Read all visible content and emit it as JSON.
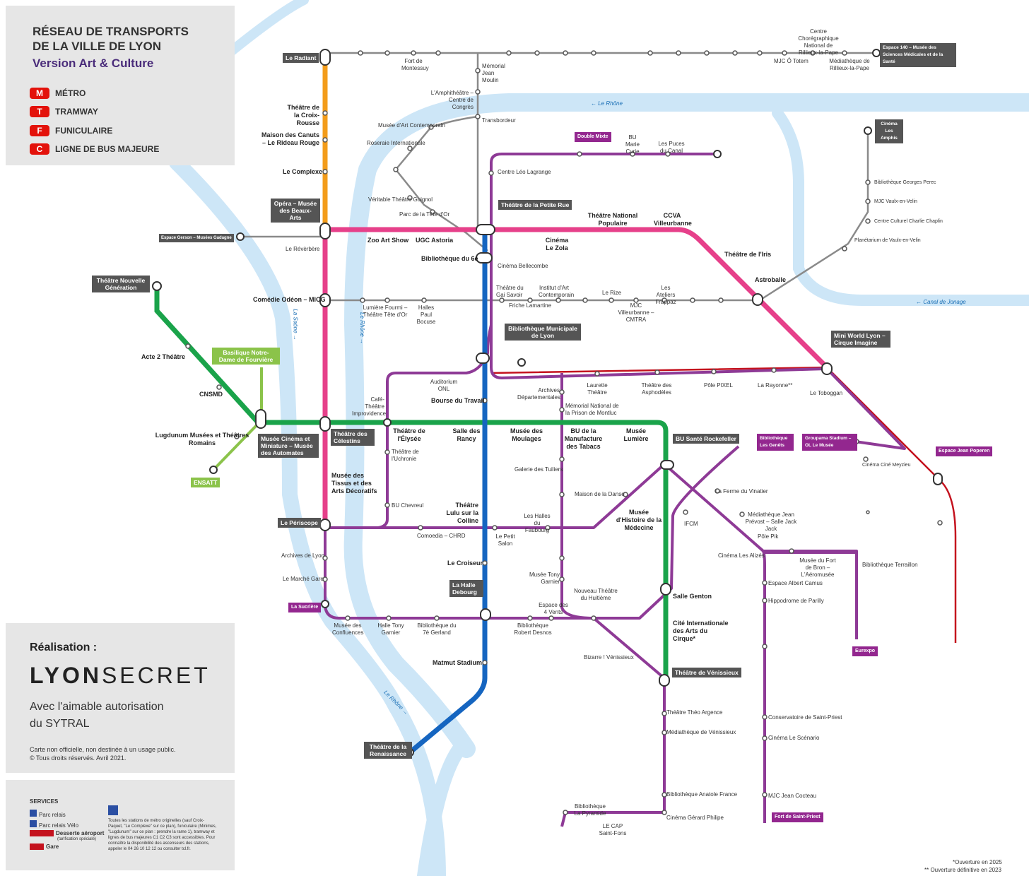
{
  "header": {
    "line1": "RÉSEAU DE TRANSPORTS",
    "line2": "DE LA VILLE DE LYON",
    "line3": "Version Art & Culture"
  },
  "legend": [
    {
      "badge": "M",
      "label": "MÉTRO"
    },
    {
      "badge": "T",
      "label": "TRAMWAY"
    },
    {
      "badge": "F",
      "label": "FUNICULAIRE"
    },
    {
      "badge": "C",
      "label": "LIGNE DE BUS MAJEURE"
    }
  ],
  "credits": {
    "heading": "Réalisation :",
    "brand_a": "LYON",
    "brand_b": "SECRET",
    "thanks1": "Avec l'aimable autorisation",
    "thanks2": "du SYTRAL",
    "note1": "Carte non officielle, non destinée à un usage public.",
    "note2": "© Tous droits réservés. Avril 2021."
  },
  "services": {
    "heading": "SERVICES",
    "items": [
      "Parc relais",
      "Parc relais Vélo",
      "Desserte aéroport",
      "(tarification spéciale)",
      "Gare"
    ],
    "access": "Toutes les stations de métro originelles (sauf Croix-Paquet, \"Le Complexe\" sur ce plan), funiculaire (Minimes, \"Lugdunum\" sur ce plan : prendre la rame 1), tramway et lignes de bus majeures C1 C2 C3 sont accessibles. Pour connaître la disponibilité des ascenseurs des stations, appeler le 04 26 10 12 12 ou consulter tcl.fr."
  },
  "footnotes": [
    "*Ouverture en 2025",
    "** Ouverture définitive en 2023"
  ],
  "rivers": [
    "← Le Rhône",
    "← Canal de Jonage",
    "La Saône →",
    "Le Rhône →",
    "Le Rhône →"
  ],
  "colors": {
    "metroA": "#e6408a",
    "metroB": "#1565c0",
    "metroC": "#f39c1a",
    "metroD": "#1aa34a",
    "tram": "#8e3a96",
    "bus": "#888888",
    "funi": "#8bc34a",
    "rhonexpress": "#c4121e",
    "river": "#cde6f7",
    "badge": "#e3120b"
  },
  "boxes": [
    "Le Radiant",
    "Opéra – Musée des Beaux-Arts",
    "Théâtre Nouvelle Génération",
    "Théâtre de la Petite Rue",
    "Bibliothèque Municipale de Lyon",
    "Théâtre des Célestins",
    "Musée Cinéma et Miniature – Musée des Automates",
    "Le Périscope",
    "La Halle Debourg",
    "Théâtre de la Renaissance",
    "BU Santé Rockefeller",
    "Mini World Lyon – Cirque Imagine",
    "Théâtre de Vénissieux",
    "Espace Gerson – Musées Gadagne",
    "Espace 140 – Musée des Sciences Médicales et de la Santé",
    "Cinéma Les Amphis",
    "Double Mixte",
    "Bibliothèque Les Genêts",
    "Groupama Stadium – OL Le Musée",
    "Espace Jean Poperen",
    "Eurexpo",
    "Fort de Saint-Priest",
    "La Sucrière",
    "Basilique Notre-Dame de Fourvière",
    "ENSATT"
  ],
  "stations_bold": [
    "Théâtre de la Croix-Rousse",
    "Maison des Canuts – Le Rideau Rouge",
    "Le Complexe",
    "Zoo Art Show",
    "UGC Astoria",
    "Cinéma Le Zola",
    "Théâtre National Populaire",
    "CCVA Villeurbanne",
    "Théâtre de l'Iris",
    "Astroballe",
    "Bibliothèque du 6è",
    "Comédie Odéon – MICG",
    "Acte 2 Théâtre",
    "CNSMD",
    "Lugdunum Musées et Théâtres Romains",
    "Bourse du Travail",
    "Théâtre de l'Élysée",
    "Salle des Rancy",
    "Musée des Moulages",
    "BU de la Manufacture des Tabacs",
    "Musée Lumière",
    "Musée des Tissus et des Arts Décoratifs",
    "Théâtre Lulu sur la Colline",
    "Musée d'Histoire de la Médecine",
    "Le Croiseur",
    "Salle Genton",
    "Cité Internationale des Arts du Cirque*",
    "Matmut Stadium"
  ],
  "stations": [
    "Fort de Montessuy",
    "Mémorial Jean Moulin",
    "Centre Chorégraphique National de Rillieux-la-Pape",
    "MJC Ô Totem",
    "Médiathèque de Rillieux-la-Pape",
    "L'Amphithéâtre – Centre de Congrès",
    "Musée d'Art Contemporain",
    "Transbordeur",
    "Roseraie Internationale",
    "Véritable Théâtre Guignol",
    "Parc de la Tête d'Or",
    "BU Marie Curie",
    "Les Puces du Canal",
    "Centre Léo Lagrange",
    "Bibliothèque Georges Perec",
    "MJC Vaulx-en-Velin",
    "Centre Culturel Charlie Chaplin",
    "Planétarium de Vaulx-en-Velin",
    "Le Révèrbère",
    "Cinéma Bellecombe",
    "Théâtre du Gai Savoir",
    "Institut d'Art Contemporain",
    "Le Rize",
    "Les Ateliers Frappaz",
    "Lumière Fourmi – Théâtre Tête d'Or",
    "Halles Paul Bocuse",
    "Friche Lamartine",
    "MJC Villeurbanne – CMTRA",
    "Auditorium ONL",
    "Archives Départementales",
    "Laurette Théâtre",
    "Théâtre des Asphodèles",
    "Pôle PIXEL",
    "La Rayonne**",
    "Le Toboggan",
    "Café-Théâtre Improvidence",
    "Mémorial National de la Prison de Montluc",
    "Théâtre de l'Uchronie",
    "Galerie des Tuiliers",
    "BU Chevreul",
    "Maison de la Danse",
    "Les Halles du Faubourg",
    "La Ferme du Vinatier",
    "Médiathèque Jean Prévost – Salle Jack Jack",
    "IFCM",
    "Pôle Pik",
    "Cinéma Ciné Meyzieu",
    "Comoedia – CHRD",
    "Le Petit Salon",
    "Archives de Lyon",
    "Le Marché Gare",
    "Cinéma Les Alizés",
    "Musée du Fort de Bron – L'Aéromusée",
    "Bibliothèque Terraillon",
    "Espace Albert Camus",
    "Hippodrome de Parilly",
    "Musée Tony Garnier",
    "Nouveau Théâtre du Huitième",
    "Espace des 4 Vents",
    "Musée des Confluences",
    "Halle Tony Garnier",
    "Bibliothèque du 7è Gerland",
    "Bibliothèque Robert Desnos",
    "Bizarre ! Vénissieux",
    "Théâtre Théo Argence",
    "Médiathèque de Vénissieux",
    "Conservatoire de Saint-Priest",
    "Cinéma Le Scénario",
    "MJC Jean Cocteau",
    "Bibliothèque Anatole France",
    "Cinéma Gérard Philipe",
    "Bibliothèque La Pyramide",
    "LE CAP Saint-Fons"
  ]
}
